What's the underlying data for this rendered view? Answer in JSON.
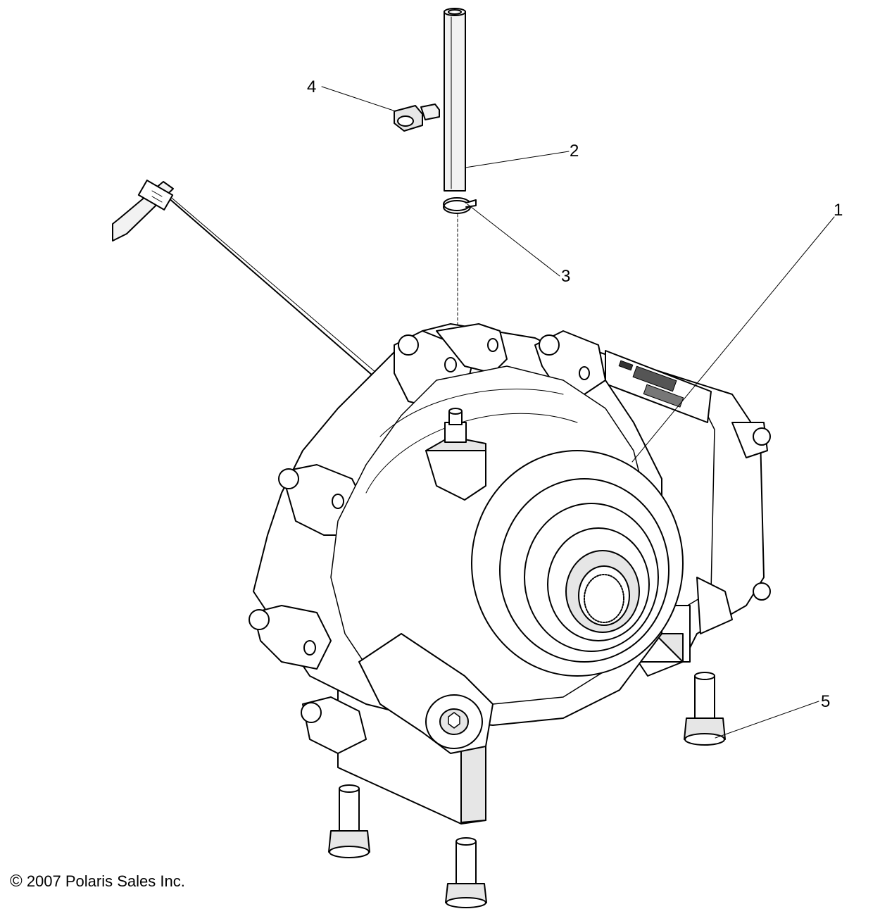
{
  "callouts": [
    "1",
    "2",
    "3",
    "4",
    "5"
  ],
  "copyright_symbol": "©",
  "copyright_text": "2007 Polaris Sales Inc.",
  "colors": {
    "line": "#000000",
    "fill": "#ffffff",
    "shade": "#e6e6e6",
    "shade_dark": "#c8c8c8"
  }
}
